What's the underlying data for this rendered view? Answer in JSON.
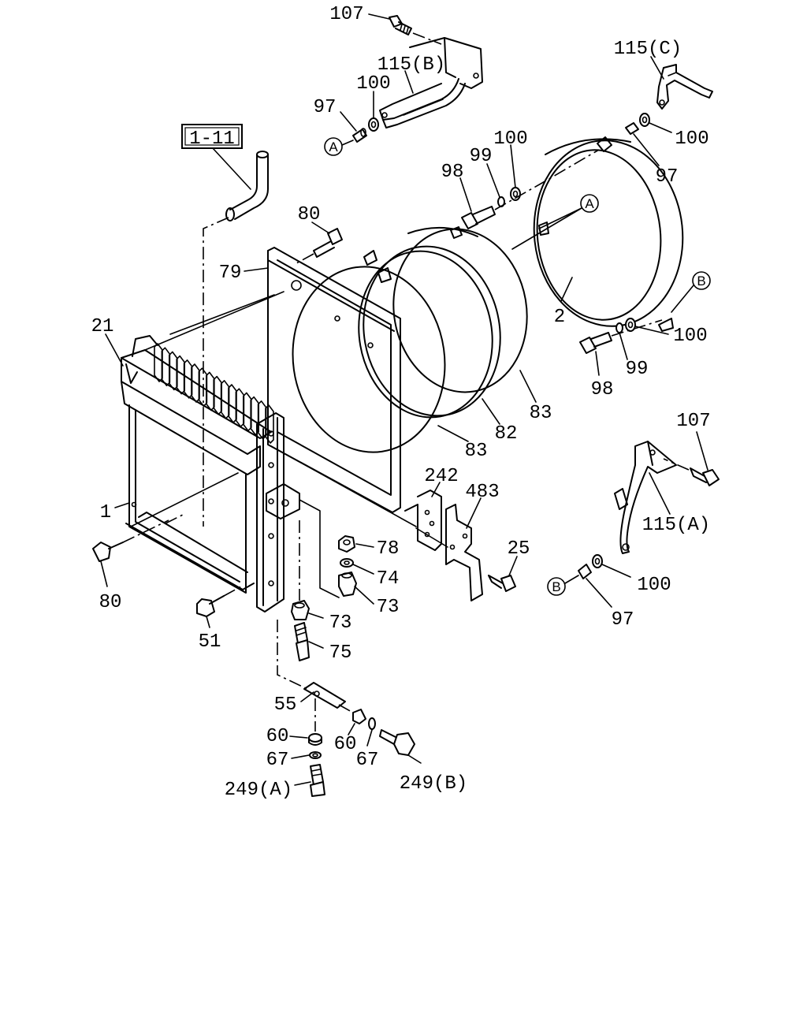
{
  "diagram": {
    "ref_box": "1-11",
    "callouts": {
      "c107_top": "107",
      "c115b": "115(B)",
      "c100_top": "100",
      "c97_top": "97",
      "c115c": "115(C)",
      "c100_r1": "100",
      "c97_r1": "97",
      "c100_mid": "100",
      "c99_mid": "99",
      "c98_mid": "98",
      "c80_top": "80",
      "c79": "79",
      "c21": "21",
      "c2": "2",
      "c100_r2": "100",
      "c99_r2": "99",
      "c98_r2": "98",
      "c83_a": "83",
      "c82": "82",
      "c83_b": "83",
      "c107_r": "107",
      "c242": "242",
      "c483": "483",
      "c115a": "115(A)",
      "c1": "1",
      "c78": "78",
      "c74": "74",
      "c73_a": "73",
      "c25": "25",
      "c100_bot": "100",
      "c80_bot": "80",
      "c73_b": "73",
      "c97_bot": "97",
      "c51": "51",
      "c75": "75",
      "c55": "55",
      "c60_a": "60",
      "c60_b": "60",
      "c67_a": "67",
      "c67_b": "67",
      "c249a": "249(A)",
      "c249b": "249(B)"
    },
    "circle_markers": {
      "a1": "A",
      "a2": "A",
      "b1": "B",
      "b2": "B"
    }
  }
}
